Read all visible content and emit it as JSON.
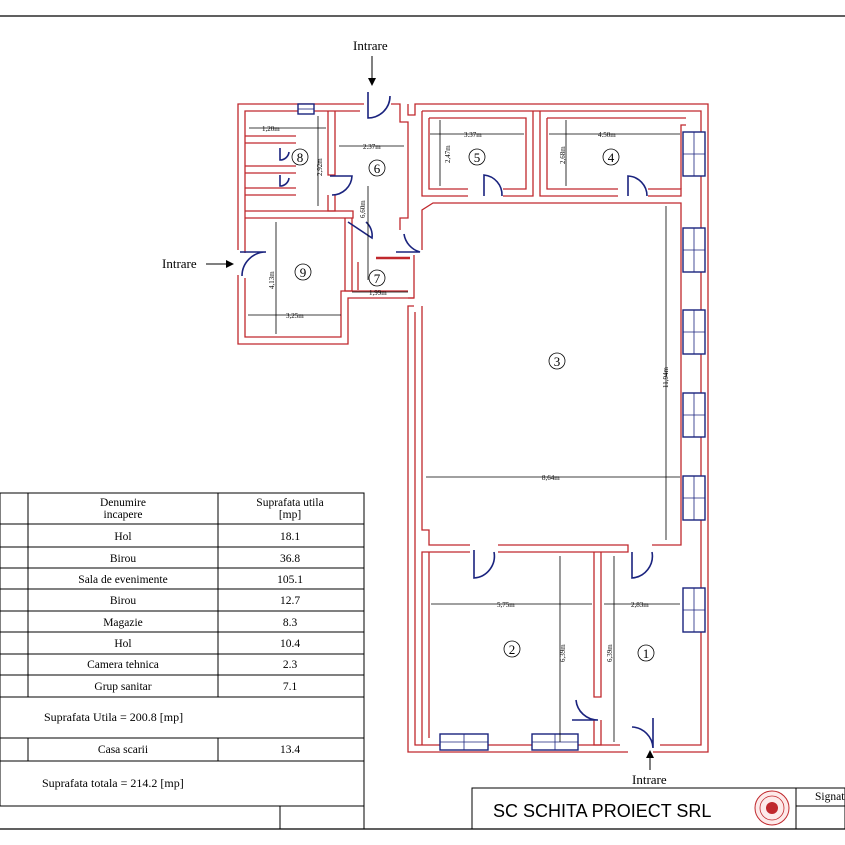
{
  "labels": {
    "entrance_top": "Intrare",
    "entrance_left": "Intrare",
    "entrance_bottom": "Intrare"
  },
  "rooms": [
    "1",
    "2",
    "3",
    "4",
    "5",
    "6",
    "7",
    "8",
    "9"
  ],
  "dimensions": {
    "r8_width": "1,20m",
    "r8_height": "2,92m",
    "r6_width": "2.37m",
    "r6_height": "6,60m",
    "r5_width": "3.37m",
    "r5_height": "2,47m",
    "r4_width": "4.50m",
    "r4_height": "2,68m",
    "r9_height": "4,13m",
    "r9_width": "3,25m",
    "r7_width": "1,99m",
    "r3_height": "11,94m",
    "r3_width": "8,64m",
    "r2_width": "5,75m",
    "r2_height": "6,39m",
    "r1_width": "2,83m",
    "r1_height": "6,39m"
  },
  "table": {
    "header_name": [
      "Denumire",
      "incapere"
    ],
    "header_area": [
      "Suprafata utila",
      "[mp]"
    ],
    "rows": [
      {
        "name": "Hol",
        "area": "18.1"
      },
      {
        "name": "Birou",
        "area": "36.8"
      },
      {
        "name": "Sala de evenimente",
        "area": "105.1"
      },
      {
        "name": "Birou",
        "area": "12.7"
      },
      {
        "name": "Magazie",
        "area": "8.3"
      },
      {
        "name": "Hol",
        "area": "10.4"
      },
      {
        "name": "Camera tehnica",
        "area": "2.3"
      },
      {
        "name": "Grup sanitar",
        "area": "7.1"
      }
    ],
    "usable_total": "Suprafata Utila = 200.8 [mp]",
    "stair": {
      "name": "Casa scarii",
      "area": "13.4"
    },
    "grand_total": "Suprafata totala = 214.2 [mp]"
  },
  "title_block": {
    "company": "SC SCHITA PROIECT SRL",
    "signature_label": "Signat"
  },
  "colors": {
    "wall": "#c0282d",
    "window": "#1a237e",
    "door": "#1a237e",
    "line": "#000000"
  }
}
